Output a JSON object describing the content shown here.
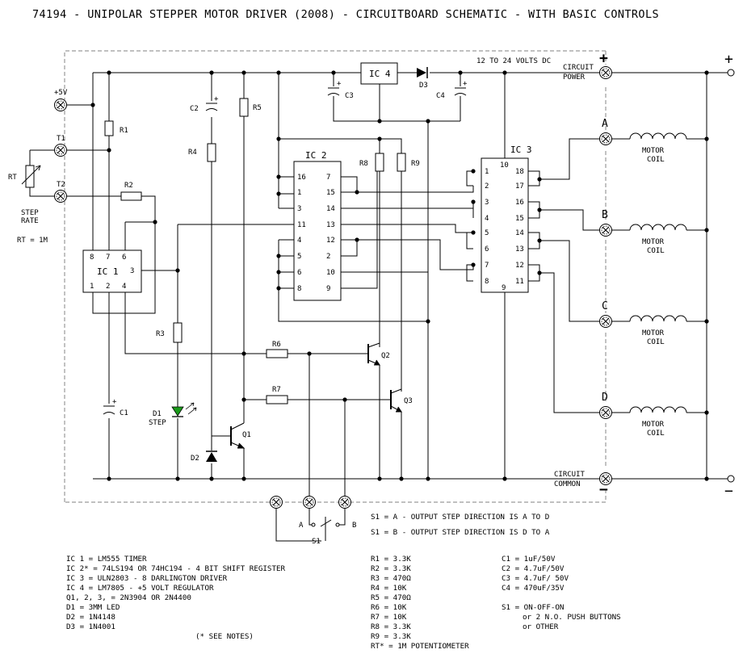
{
  "title": "74194 - UNIPOLAR STEPPER MOTOR DRIVER (2008)  -  CIRCUITBOARD SCHEMATIC - WITH BASIC CONTROLS",
  "supply_label": "12 TO 24 VOLTS DC",
  "terminals": {
    "plus5": "+5V",
    "t1": "T1",
    "t2": "T2",
    "circuit_power": [
      "CIRCUIT",
      "POWER"
    ],
    "circuit_common": [
      "CIRCUIT",
      "COMMON"
    ],
    "plus_sign": "+",
    "minus_sign": "−",
    "outputs": [
      "A",
      "B",
      "C",
      "D"
    ],
    "switch_a": "A",
    "switch_b": "B"
  },
  "motor_coil": [
    "MOTOR",
    "COIL"
  ],
  "ics": {
    "ic1": {
      "name": "IC 1",
      "top_pins": [
        "8",
        "7",
        "6"
      ],
      "right_pin": "3",
      "bottom_pins": [
        "1",
        "2",
        "4"
      ]
    },
    "ic2": {
      "name": "IC 2",
      "left_pins": [
        "16",
        "1",
        "3",
        "11",
        "4",
        "5",
        "6",
        "8"
      ],
      "right_pins": [
        "7",
        "15",
        "14",
        "13",
        "12",
        "2",
        "10",
        "9"
      ]
    },
    "ic3": {
      "name": "IC 3",
      "left_pins": [
        "1",
        "2",
        "3",
        "4",
        "5",
        "6",
        "7",
        "8"
      ],
      "right_pins": [
        "18",
        "17",
        "16",
        "15",
        "14",
        "13",
        "12",
        "11"
      ],
      "top_pin": "10",
      "bottom_pin": "9"
    },
    "ic4": {
      "name": "IC 4"
    }
  },
  "components": {
    "r1": "R1",
    "r2": "R2",
    "r3": "R3",
    "r4": "R4",
    "r5": "R5",
    "r6": "R6",
    "r7": "R7",
    "r8": "R8",
    "r9": "R9",
    "c1": "C1",
    "c2": "C2",
    "c3": "C3",
    "c4": "C4",
    "d1": [
      "D1",
      "STEP"
    ],
    "d2": "D2",
    "d3": "D3",
    "q1": "Q1",
    "q2": "Q2",
    "q3": "Q3",
    "rt": "RT",
    "s1": "S1",
    "plus": "+"
  },
  "step_rate": [
    "STEP",
    "RATE"
  ],
  "rt_value": "RT = 1M",
  "switch_notes": [
    "S1 = A - OUTPUT  STEP  DIRECTION  IS  A TO D",
    "S1 = B - OUTPUT  STEP  DIRECTION  IS  D TO  A"
  ],
  "ic_notes": [
    "IC 1 = LM555 TIMER",
    "IC 2* = 74LS194 OR 74HC194 - 4 BIT SHIFT REGISTER",
    "IC 3 = ULN2803 - 8 DARLINGTON DRIVER",
    "IC 4 = LM7805 - +5 VOLT REGULATOR",
    "Q1, 2, 3, = 2N3904 OR 2N4400",
    "D1 = 3MM LED",
    "D2 = 1N4148",
    "D3 = 1N4001"
  ],
  "see_notes": "(* SEE NOTES)",
  "resistor_notes": [
    "R1 = 3.3K",
    "R2 = 3.3K",
    "R3 = 470Ω",
    "R4 = 10K",
    "R5 = 470Ω",
    "R6 = 10K",
    "R7 = 10K",
    "R8 = 3.3K",
    "R9 = 3.3K",
    "RT* = 1M POTENTIOMETER"
  ],
  "capacitor_notes": [
    "C1 = 1uF/50V",
    "C2 = 4.7uF/50V",
    "C3 = 4.7uF/ 50V",
    "C4 = 470uF/35V"
  ],
  "switch_type_notes": [
    "S1 = ON-OFF-ON",
    "or 2 N.O. PUSH BUTTONS",
    "or OTHER"
  ],
  "colors": {
    "wire": "#000000",
    "board_outline": "#9a9a9a",
    "led": "#1a9a1a"
  }
}
